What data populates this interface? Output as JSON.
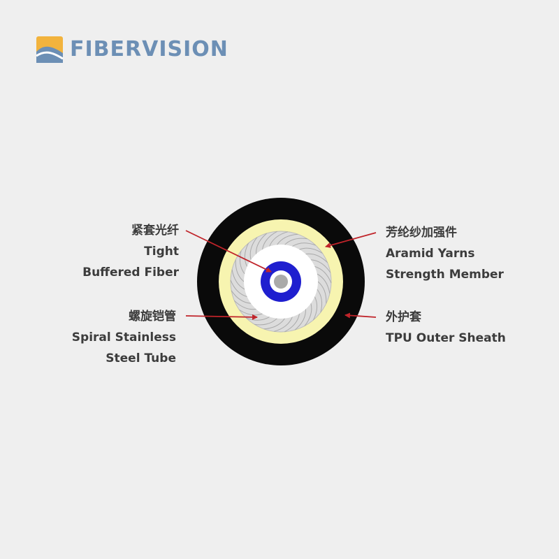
{
  "brand": {
    "name": "FIBERVISION",
    "color": "#6c8fb5",
    "mark_colors": [
      "#f2b33d",
      "#6c8fb5"
    ]
  },
  "components": {
    "tight_buffered_fiber": {
      "cn": "紧套光纤",
      "en_line1": "Tight",
      "en_line2": "Buffered Fiber"
    },
    "spiral_steel_tube": {
      "cn": "螺旋铠管",
      "en_line1": "Spiral Stainless",
      "en_line2": "Steel Tube"
    },
    "aramid_yarns": {
      "cn": "芳纶纱加强件",
      "en_line1": "Aramid Yarns",
      "en_line2": "Strength Member"
    },
    "outer_sheath": {
      "cn": "外护套",
      "en_line1": "TPU Outer Sheath"
    }
  },
  "colors": {
    "sheath": "#0a0a0a",
    "aramid": "#f7f4b0",
    "steel": "#d8d8d8",
    "buffer": "#ffffff",
    "fiber_coat": "#1f1fcf",
    "fiber_core": "#aaaaaa",
    "arrow": "#c0242a"
  }
}
